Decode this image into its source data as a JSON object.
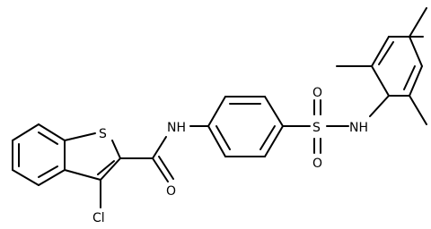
{
  "molecule": {
    "atom_labels": {
      "sulfur_ring": "S",
      "chlorine": "Cl",
      "carbonyl_oxygen": "O",
      "amide_nh": "NH",
      "sulfonyl_s": "S",
      "sulfonyl_o_top": "O",
      "sulfonyl_o_bottom": "O",
      "sulfonamide_nh": "NH"
    },
    "colors": {
      "bond": "#000000",
      "label": "#000000",
      "background": "#ffffff"
    }
  }
}
